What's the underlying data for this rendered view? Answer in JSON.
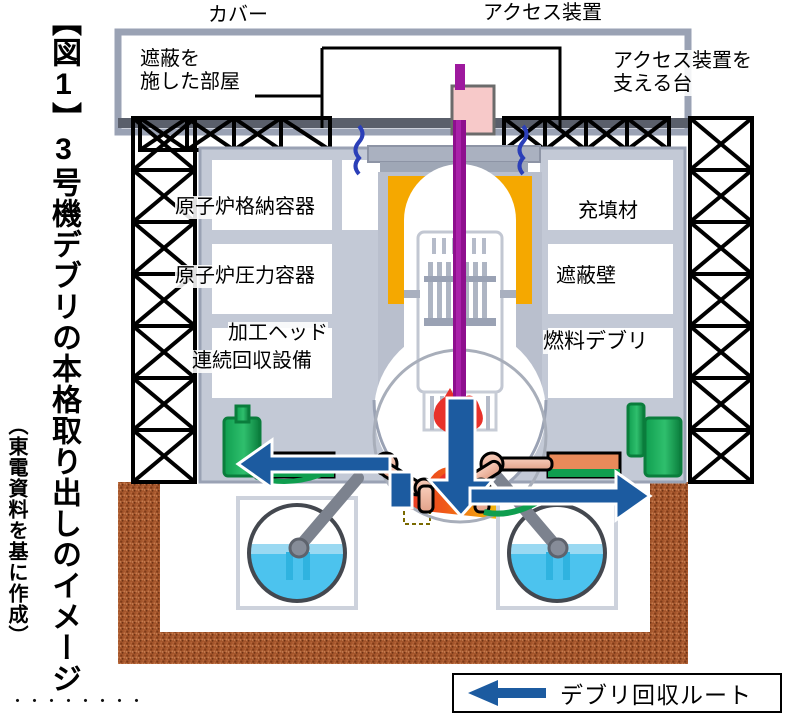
{
  "title": {
    "main": "【図1】3号機デブリの本格取り出しのイメージ",
    "sub": "（東電資料を基に作成）"
  },
  "labels": {
    "cover": "カバー",
    "shielded_room": "遮蔽を\n施した部屋",
    "access_device": "アクセス装置",
    "access_support": "アクセス装置を\n支える台",
    "containment_vessel": "原子炉格納容器",
    "pressure_vessel": "原子炉圧力容器",
    "filler": "充填材",
    "shield_wall": "遮蔽壁",
    "machining_head": "加工ヘッド",
    "continuous_recovery": "連続回収設備",
    "fuel_debris": "燃料デブリ"
  },
  "legend": {
    "arrow_icon": "left-arrow-icon",
    "text": "デブリ回収ルート"
  },
  "colors": {
    "route_arrow": "#1c5ba0",
    "filler_orange": "#f5a800",
    "debris_red": "#e8312a",
    "debris_yellow": "#f0d800",
    "canister_green": "#0f9e4f",
    "access_shaft_purple": "#8e0f8e",
    "access_box_pink": "#f7c9c9",
    "soil_brown": "#a4552b",
    "water_blue": "#4cc3ee",
    "structure_gray": "#b9bfcd"
  }
}
